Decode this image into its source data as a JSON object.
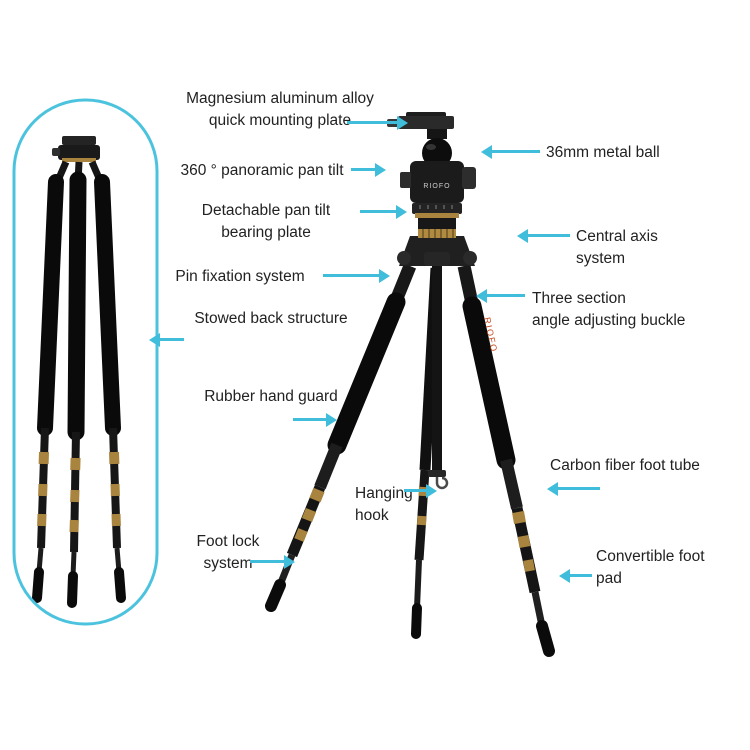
{
  "product": {
    "brand": "RIOFO"
  },
  "colors": {
    "accent_cyan": "#3fbdda",
    "gold_ring": "#a8843e",
    "tripod_black": "#141414"
  },
  "labels": {
    "quick_plate": {
      "text": "Magnesium aluminum alloy\nquick mounting plate"
    },
    "metal_ball": {
      "text": "36mm metal ball"
    },
    "pan_tilt": {
      "text": "360 ° panoramic pan tilt"
    },
    "bearing_plate": {
      "text": "Detachable pan tilt\nbearing plate"
    },
    "central_axis": {
      "text": "Central axis\nsystem"
    },
    "pin_fixation": {
      "text": "Pin fixation system"
    },
    "angle_buckle": {
      "text": "Three section\nangle adjusting buckle"
    },
    "stowed_back": {
      "text": "Stowed back structure"
    },
    "rubber_guard": {
      "text": "Rubber hand guard"
    },
    "foot_tube": {
      "text": "Carbon fiber foot tube"
    },
    "hanging_hook": {
      "text": "Hanging\nhook"
    },
    "foot_lock": {
      "text": "Foot lock\nsystem"
    },
    "foot_pad": {
      "text": "Convertible foot\npad"
    }
  }
}
